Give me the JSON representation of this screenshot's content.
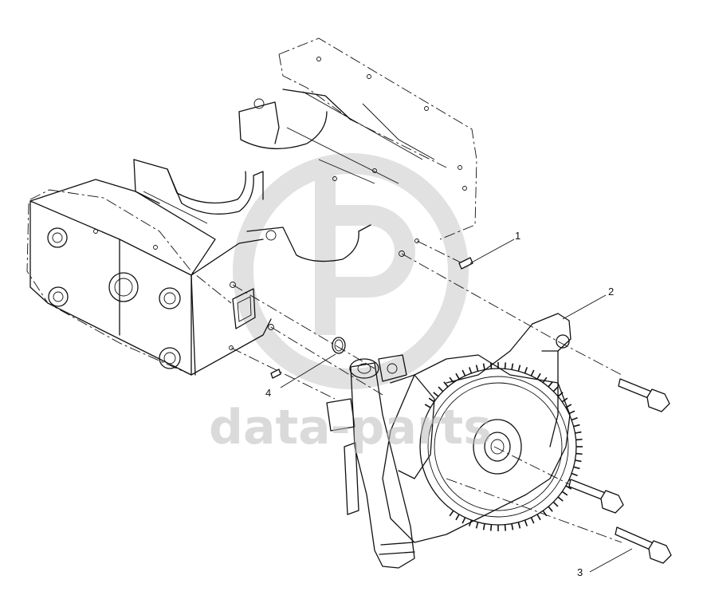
{
  "watermark": {
    "text": "data-parts",
    "color": "#bdbdbd"
  },
  "callouts": [
    {
      "id": "1",
      "label": "1"
    },
    {
      "id": "2",
      "label": "2"
    },
    {
      "id": "3",
      "label": "3"
    },
    {
      "id": "4",
      "label": "4"
    }
  ]
}
